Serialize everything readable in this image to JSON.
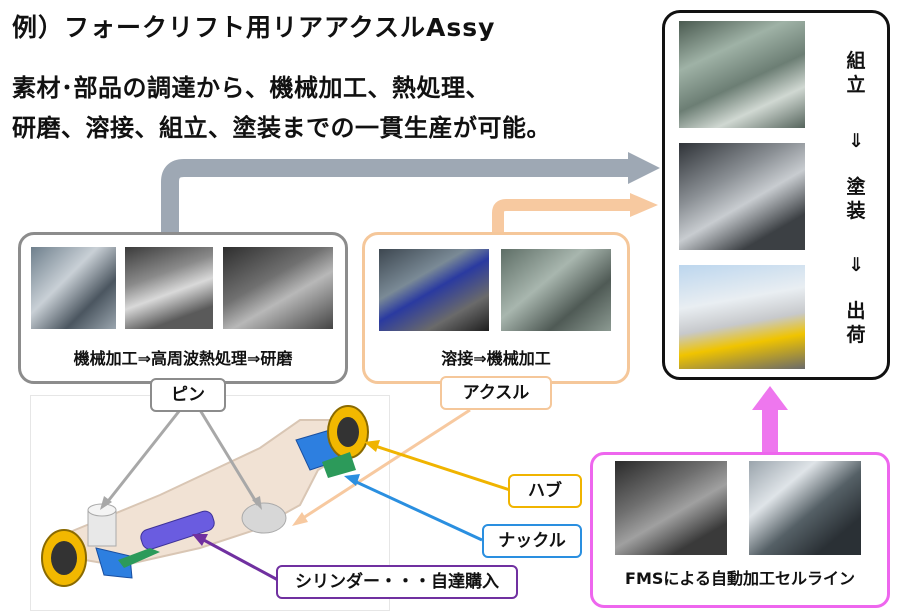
{
  "title": "例）フォークリフト用リアアクスルAssy",
  "subtitle_lines": [
    "素材･部品の調達から、機械加工、熱処理、",
    "研磨、溶接、組立、塗装までの一貫生産が可能。"
  ],
  "pin_process": {
    "caption": "機械加工⇒高周波熱処理⇒研磨",
    "tag": "ピン"
  },
  "axle_process": {
    "caption": "溶接⇒機械加工",
    "tag": "アクスル"
  },
  "final_process": {
    "steps": [
      "組立",
      "⇓",
      "塗装",
      "⇓",
      "出荷"
    ]
  },
  "fms": {
    "caption": "FMSによる自動加工セルライン"
  },
  "parts": {
    "hub": "ハブ",
    "knuckle": "ナックル",
    "cylinder": "シリンダー・・・自達購入"
  },
  "colors": {
    "gray_border": "#8c8c8c",
    "orange_border": "#f5c79a",
    "pink_border": "#ee66ee",
    "yellow_tag": "#f0b400",
    "blue_tag": "#2a8fe0",
    "purple_tag": "#7030a0"
  }
}
